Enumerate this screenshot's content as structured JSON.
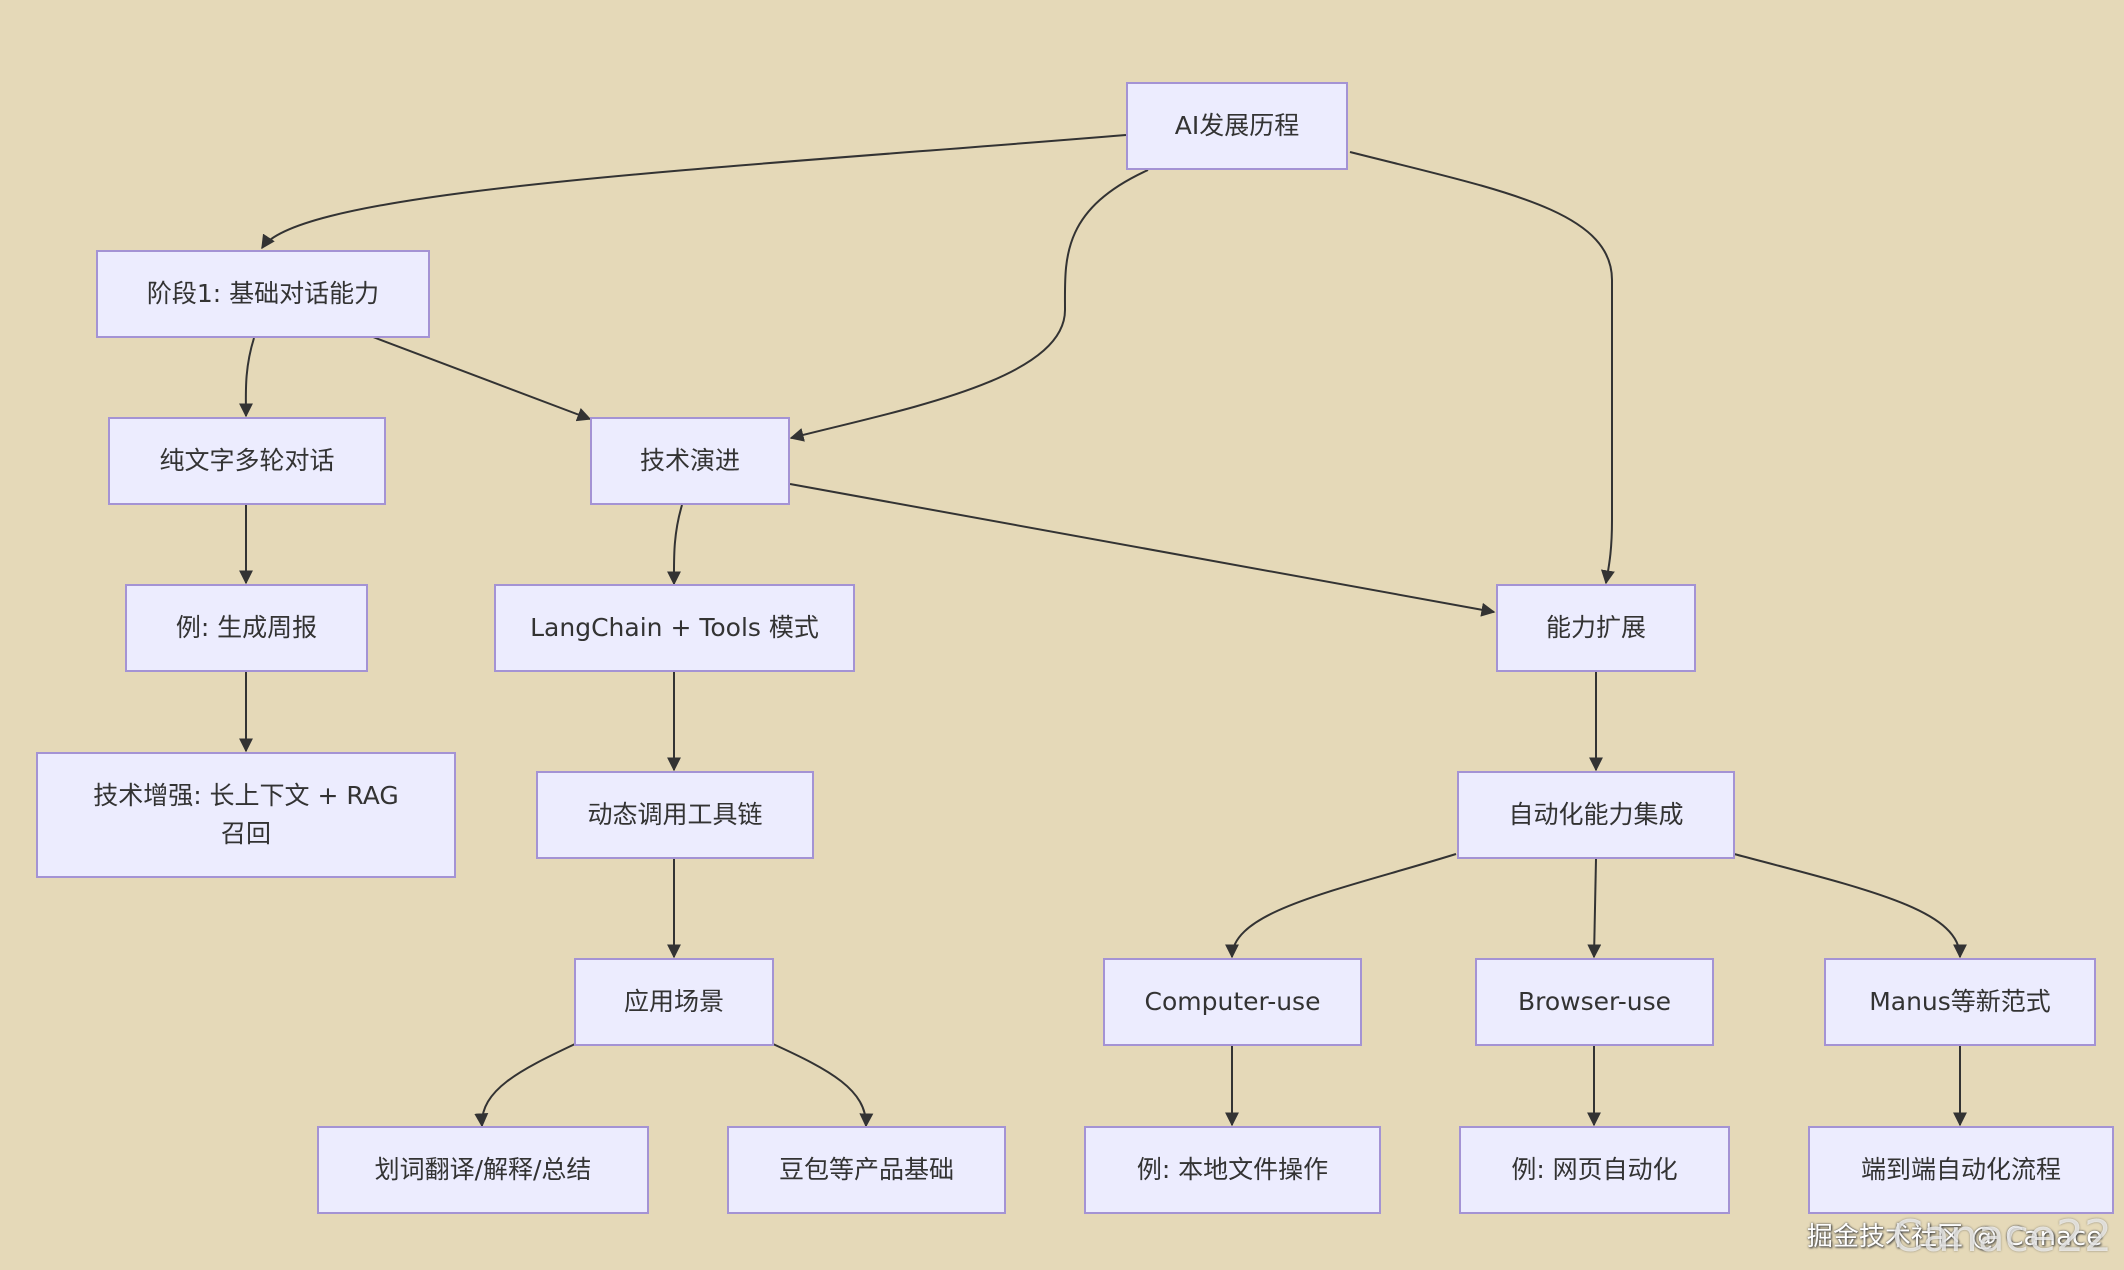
{
  "diagram": {
    "nodes": {
      "root": "AI发展历程",
      "stage1": "阶段1: 基础对话能力",
      "text_chat": "纯文字多轮对话",
      "tech_evolution": "技术演进",
      "example_weekly": "例: 生成周报",
      "langchain": "LangChain + Tools 模式",
      "capability": "能力扩展",
      "tech_enhance_line1": "技术增强: 长上下文 + RAG",
      "tech_enhance_line2": "召回",
      "dynamic_tools": "动态调用工具链",
      "automation": "自动化能力集成",
      "app_scene": "应用场景",
      "computer_use": "Computer-use",
      "browser_use": "Browser-use",
      "manus": "Manus等新范式",
      "word_translate": "划词翻译/解释/总结",
      "doubao": "豆包等产品基础",
      "example_local": "例: 本地文件操作",
      "example_web": "例: 网页自动化",
      "end_to_end": "端到端自动化流程"
    },
    "edges": [
      [
        "root",
        "stage1"
      ],
      [
        "root",
        "tech_evolution"
      ],
      [
        "root",
        "capability"
      ],
      [
        "stage1",
        "text_chat"
      ],
      [
        "stage1",
        "tech_evolution"
      ],
      [
        "text_chat",
        "example_weekly"
      ],
      [
        "example_weekly",
        "tech_enhance"
      ],
      [
        "tech_evolution",
        "langchain"
      ],
      [
        "tech_evolution",
        "capability"
      ],
      [
        "langchain",
        "dynamic_tools"
      ],
      [
        "dynamic_tools",
        "app_scene"
      ],
      [
        "app_scene",
        "word_translate"
      ],
      [
        "app_scene",
        "doubao"
      ],
      [
        "capability",
        "automation"
      ],
      [
        "automation",
        "computer_use"
      ],
      [
        "automation",
        "browser_use"
      ],
      [
        "automation",
        "manus"
      ],
      [
        "computer_use",
        "example_local"
      ],
      [
        "browser_use",
        "example_web"
      ],
      [
        "manus",
        "end_to_end"
      ]
    ],
    "colors": {
      "background": "#e5d9b8",
      "node_fill": "#ececfe",
      "node_border": "#a493d4",
      "edge": "#333333"
    }
  },
  "watermark": {
    "text": "掘金技术社区 @ Canace",
    "overlay": "Canace22"
  }
}
